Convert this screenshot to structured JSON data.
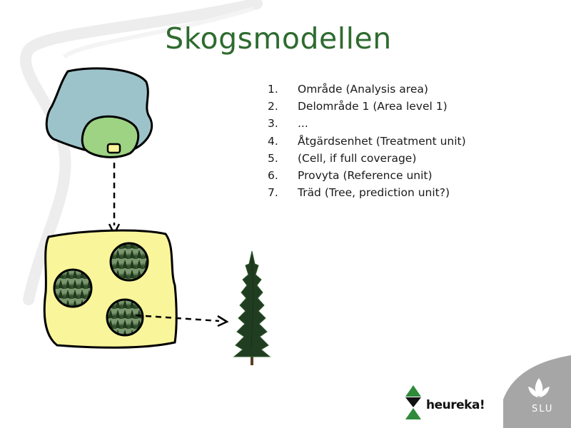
{
  "title": "Skogsmodellen",
  "levels": [
    {
      "num": "1.",
      "text": "Område (Analysis area)"
    },
    {
      "num": "2.",
      "text": "Delområde 1 (Area level 1)"
    },
    {
      "num": "3.",
      "text": "..."
    },
    {
      "num": "4.",
      "text": "Åtgärdsenhet (Treatment unit)"
    },
    {
      "num": "5.",
      "text": "(Cell, if full coverage)"
    },
    {
      "num": "6.",
      "text": "Provyta (Reference unit)"
    },
    {
      "num": "7.",
      "text": "Träd (Tree, prediction unit?)"
    }
  ],
  "logos": {
    "heureka": "heureka!",
    "slu": "SLU"
  },
  "colors": {
    "title": "#2e6b2f",
    "analysis_area": "#9cc3c9",
    "sub_area": "#9dd383",
    "treatment_unit": "#f9f59a",
    "forest": "#2f4d2b"
  },
  "icons": [
    "heureka-logo-icon",
    "slu-logo-icon",
    "spruce-tree-icon",
    "forest-plot-icon"
  ]
}
